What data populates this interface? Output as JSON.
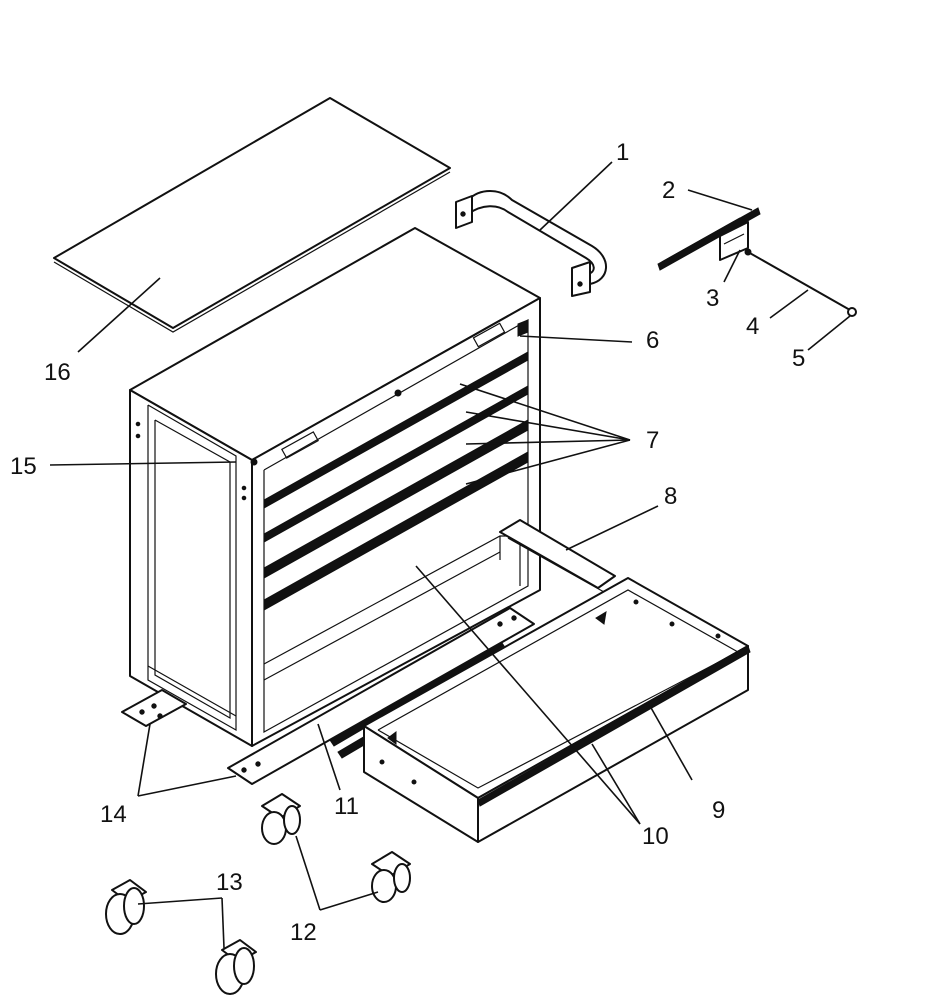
{
  "figure": {
    "background": "#ffffff",
    "line_color": "#111111"
  },
  "parts": [
    {
      "number": "1",
      "depicts": "handle"
    },
    {
      "number": "2",
      "depicts": "drawer-slide"
    },
    {
      "number": "3",
      "depicts": "slide-bracket"
    },
    {
      "number": "4",
      "depicts": "lock-rod"
    },
    {
      "number": "5",
      "depicts": "rod-end-cap"
    },
    {
      "number": "6",
      "depicts": "top-drawer-front"
    },
    {
      "number": "7",
      "depicts": "drawer-fronts"
    },
    {
      "number": "8",
      "depicts": "bottom-drawer-slide"
    },
    {
      "number": "9",
      "depicts": "bottom-drawer"
    },
    {
      "number": "10",
      "depicts": "cabinet-opening"
    },
    {
      "number": "11",
      "depicts": "slide-rail"
    },
    {
      "number": "12",
      "depicts": "swivel-casters"
    },
    {
      "number": "13",
      "depicts": "rigid-casters"
    },
    {
      "number": "14",
      "depicts": "caster-mounting-plates"
    },
    {
      "number": "15",
      "depicts": "side-panel-trim"
    },
    {
      "number": "16",
      "depicts": "top-mat"
    }
  ]
}
